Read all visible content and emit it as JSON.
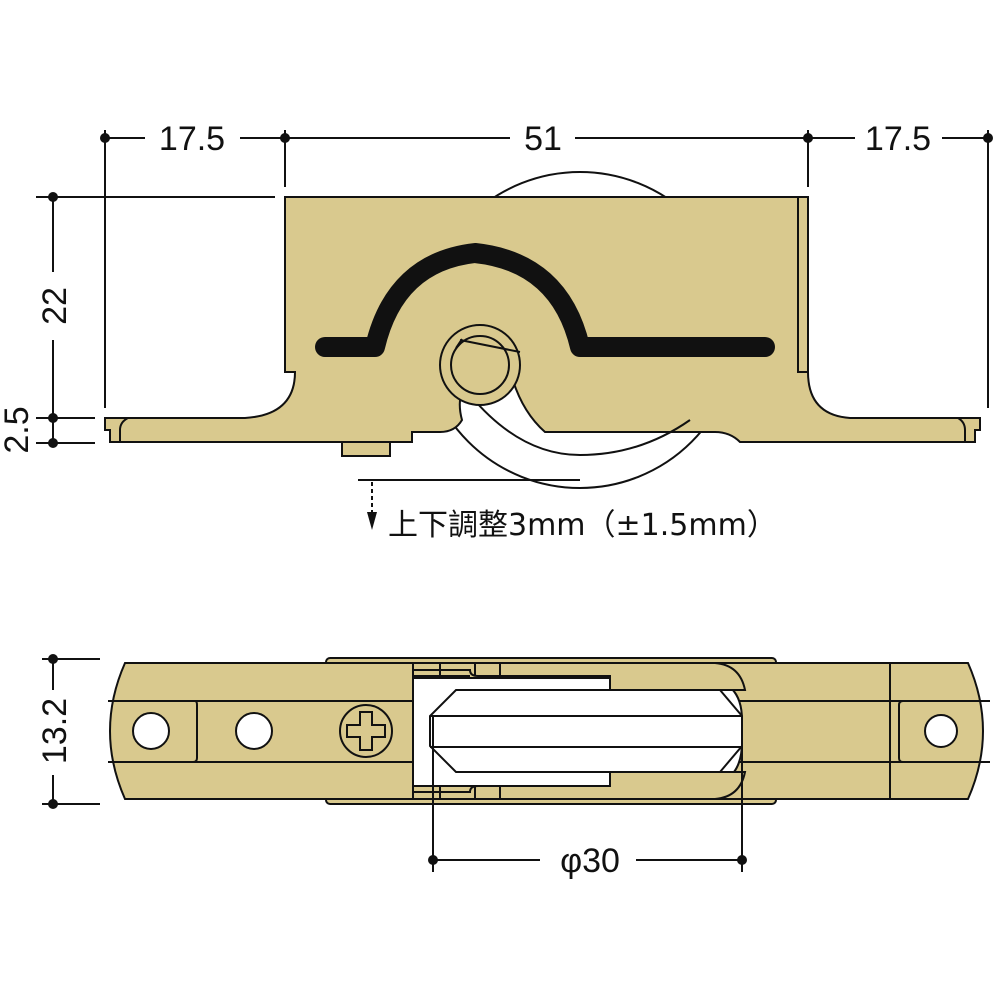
{
  "drawing": {
    "subject": "sliding door roller (side view and bottom view)",
    "colors": {
      "body": "#D9C98E",
      "line": "#111111",
      "background": "#FFFFFF"
    },
    "side_view": {
      "dimensions": {
        "left_overhang": "17.5",
        "body_width": "51",
        "right_overhang": "17.5",
        "height": "22",
        "base_thickness": "2.5"
      },
      "note": "上下調整3mm（±1.5mm）"
    },
    "bottom_view": {
      "dimensions": {
        "width": "13.2",
        "wheel_diameter": "φ30"
      }
    }
  }
}
